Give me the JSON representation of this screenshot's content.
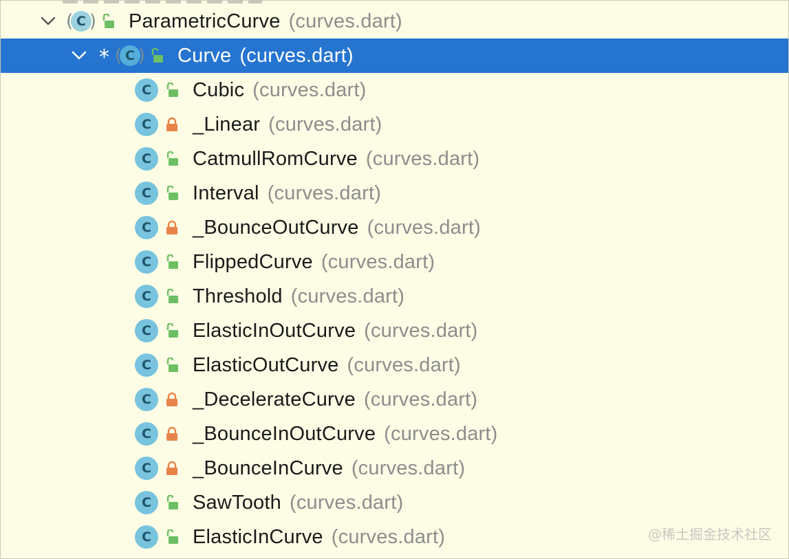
{
  "tree": {
    "rows": [
      {
        "name": "ParametricCurve",
        "file": "(curves.dart)",
        "access": "public",
        "expanded": true,
        "selected": false,
        "marked": false
      },
      {
        "name": "Curve",
        "file": "(curves.dart)",
        "access": "public",
        "expanded": true,
        "selected": true,
        "marked": true,
        "marker": "*"
      },
      {
        "name": "Cubic",
        "file": "(curves.dart)",
        "access": "public"
      },
      {
        "name": "_Linear",
        "file": "(curves.dart)",
        "access": "private"
      },
      {
        "name": "CatmullRomCurve",
        "file": "(curves.dart)",
        "access": "public"
      },
      {
        "name": "Interval",
        "file": "(curves.dart)",
        "access": "public"
      },
      {
        "name": "_BounceOutCurve",
        "file": "(curves.dart)",
        "access": "private"
      },
      {
        "name": "FlippedCurve",
        "file": "(curves.dart)",
        "access": "public"
      },
      {
        "name": "Threshold",
        "file": "(curves.dart)",
        "access": "public"
      },
      {
        "name": "ElasticInOutCurve",
        "file": "(curves.dart)",
        "access": "public"
      },
      {
        "name": "ElasticOutCurve",
        "file": "(curves.dart)",
        "access": "public"
      },
      {
        "name": "_DecelerateCurve",
        "file": "(curves.dart)",
        "access": "private"
      },
      {
        "name": "_BounceInOutCurve",
        "file": "(curves.dart)",
        "access": "private"
      },
      {
        "name": "_BounceInCurve",
        "file": "(curves.dart)",
        "access": "private"
      },
      {
        "name": "SawTooth",
        "file": "(curves.dart)",
        "access": "public"
      },
      {
        "name": "ElasticInCurve",
        "file": "(curves.dart)",
        "access": "public"
      }
    ],
    "class_icon_letter": "C",
    "icons": {
      "expand": "chevron-down-icon",
      "class": "class-icon",
      "public": "unlocked-icon",
      "private": "lock-icon"
    }
  },
  "watermark": "@稀土掘金技术社区",
  "colors": {
    "background": "#fdfde6",
    "selection": "#2574d0",
    "class_icon": "#78c3dd",
    "public_lock": "#6cbf63",
    "private_lock": "#e8844a",
    "file_text": "#8d8d8d"
  }
}
